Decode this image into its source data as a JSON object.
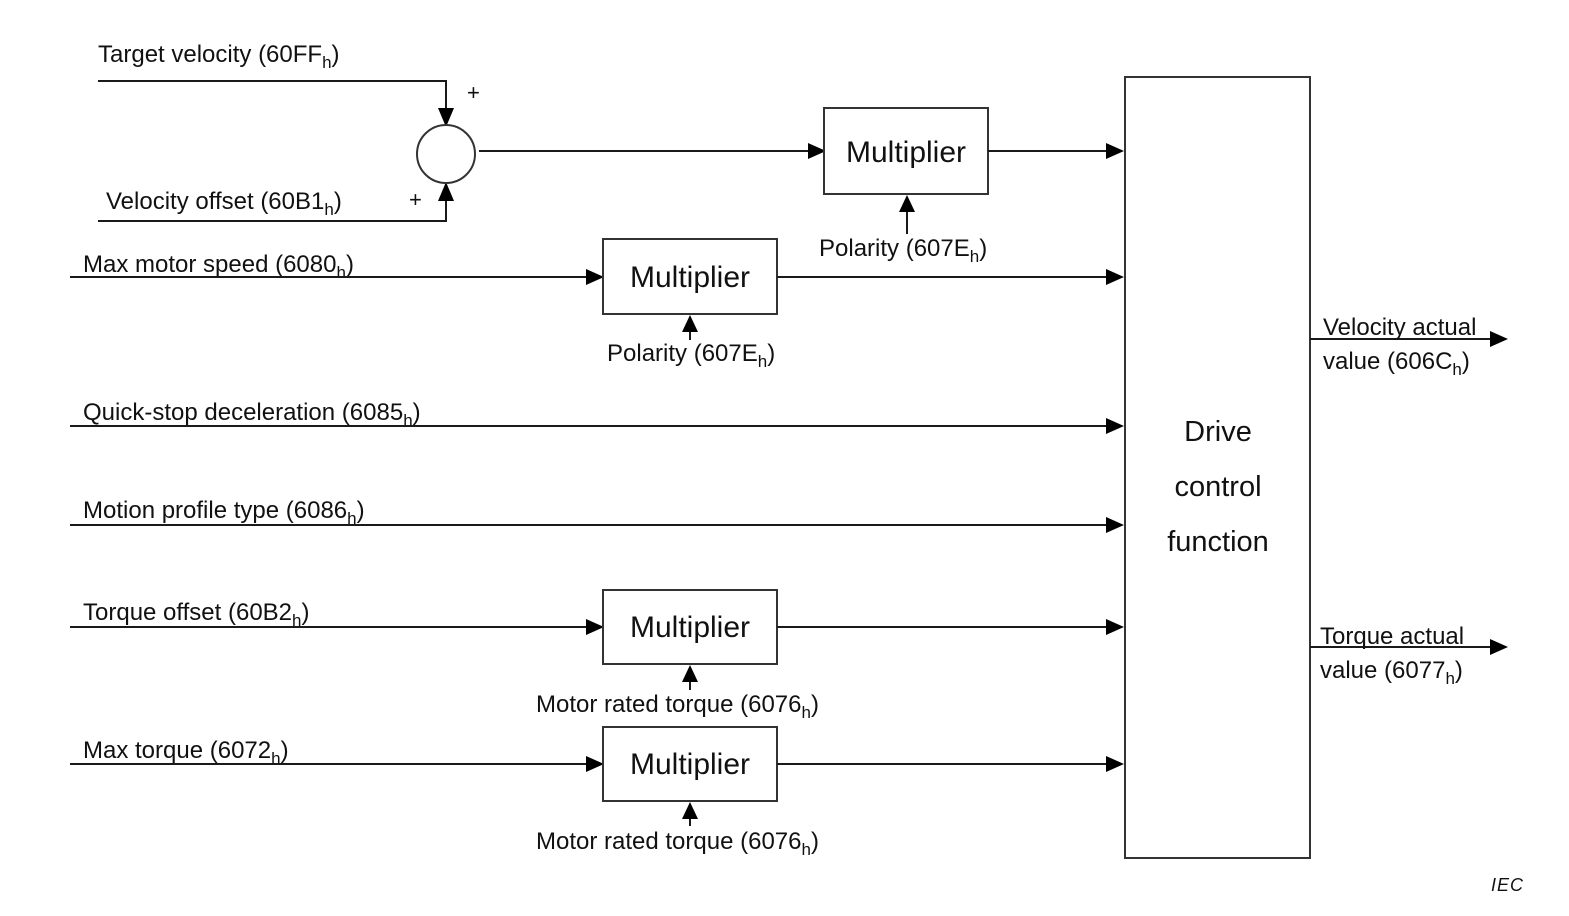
{
  "diagram": {
    "inputs": {
      "target_velocity": {
        "text": "Target velocity (60FF",
        "sub": "h",
        "close": ")"
      },
      "velocity_offset": {
        "text": "Velocity offset (60B1",
        "sub": "h",
        "close": ")"
      },
      "max_motor_speed": {
        "text": "Max motor speed (6080",
        "sub": "h",
        "close": ")"
      },
      "quick_stop_deceleration": {
        "text": "Quick-stop deceleration (6085",
        "sub": "h",
        "close": ")"
      },
      "motion_profile_type": {
        "text": "Motion profile type (6086",
        "sub": "h",
        "close": ")"
      },
      "torque_offset": {
        "text": "Torque offset (60B2",
        "sub": "h",
        "close": ")"
      },
      "max_torque": {
        "text": "Max torque (6072",
        "sub": "h",
        "close": ")"
      }
    },
    "summing_junction": {
      "plus_top": "+",
      "plus_bottom": "+"
    },
    "multipliers": [
      {
        "label": "Multiplier",
        "factor": {
          "text": "Polarity (607E",
          "sub": "h",
          "close": ")"
        }
      },
      {
        "label": "Multiplier",
        "factor": {
          "text": "Polarity (607E",
          "sub": "h",
          "close": ")"
        }
      },
      {
        "label": "Multiplier",
        "factor": {
          "text": "Motor rated torque (6076",
          "sub": "h",
          "close": ")"
        }
      },
      {
        "label": "Multiplier",
        "factor": {
          "text": "Motor rated torque (6076",
          "sub": "h",
          "close": ")"
        }
      }
    ],
    "drive_control": {
      "line1": "Drive",
      "line2": "control",
      "line3": "function"
    },
    "outputs": {
      "velocity_actual": {
        "line1": "Velocity actual",
        "text": "value (606C",
        "sub": "h",
        "close": ")"
      },
      "torque_actual": {
        "line1": "Torque actual",
        "text": "value (6077",
        "sub": "h",
        "close": ")"
      }
    },
    "footer": "IEC"
  }
}
